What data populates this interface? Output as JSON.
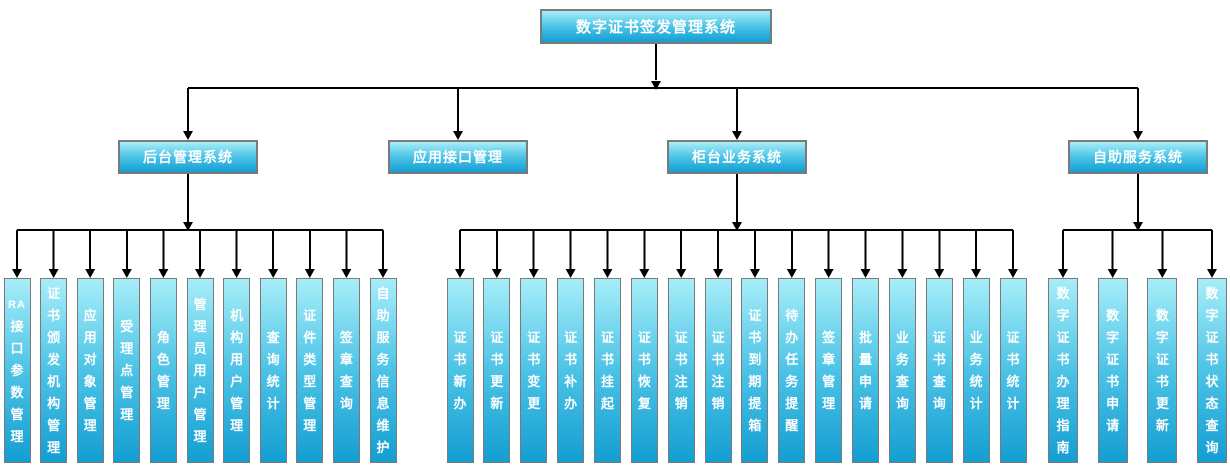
{
  "diagram": {
    "title": "数字证书签发管理系统",
    "subsystems": [
      {
        "label": "后台管理系统",
        "children": [
          "RA接口参数管理",
          "证书颁发机构管理",
          "应用对象管理",
          "受理点管理",
          "角色管理",
          "管理员用户管理",
          "机构用户管理",
          "查询统计",
          "证件类型管理",
          "签章查询",
          "自助服务信息维护"
        ]
      },
      {
        "label": "应用接口管理",
        "children": []
      },
      {
        "label": "柜台业务系统",
        "children": [
          "证书新办",
          "证书更新",
          "证书变更",
          "证书补办",
          "证书挂起",
          "证书恢复",
          "证书注销",
          "证书注销",
          "证书到期提箱",
          "待办任务提醒",
          "签章管理",
          "批量申请",
          "业务查询",
          "证书查询",
          "业务统计",
          "证书统计"
        ]
      },
      {
        "label": "自助服务系统",
        "children": [
          "数字证书办理指南",
          "数字证书申请",
          "数字证书更新",
          "数字证书状态查询"
        ]
      }
    ],
    "colors": {
      "box_gradient_top": "#a7eef8",
      "box_gradient_mid": "#4cc3e6",
      "box_gradient_bottom": "#149ed2",
      "border": "#7a7a7a",
      "line": "#000000",
      "text": "#ffffff"
    }
  }
}
